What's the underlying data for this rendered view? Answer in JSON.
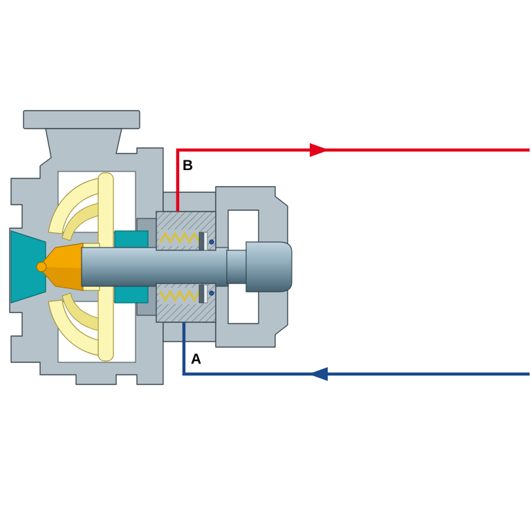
{
  "diagram": {
    "type": "centrifugal-pump-mechanical-seal-flush-plan-cross-section",
    "port_labels": {
      "outlet": "B",
      "inlet": "A"
    },
    "flow": {
      "outlet_direction": "right",
      "inlet_direction": "left"
    },
    "colors": {
      "pipe_out": "#e2001a",
      "pipe_in": "#1a4a8c",
      "casing": "#b6c2ca",
      "casing_dark": "#93a4ae",
      "outline": "#3a4850",
      "impeller": "#fbf6b4",
      "impeller_shade": "#ece284",
      "hub": "#f3a800",
      "fluid": "#0ba3ac",
      "spring": "#d8c23c",
      "oring": "#2255a0",
      "shaft_light": "#bfd3de",
      "shaft_mid": "#93aebd",
      "shaft_dark": "#48626f",
      "background": "#ffffff"
    }
  }
}
